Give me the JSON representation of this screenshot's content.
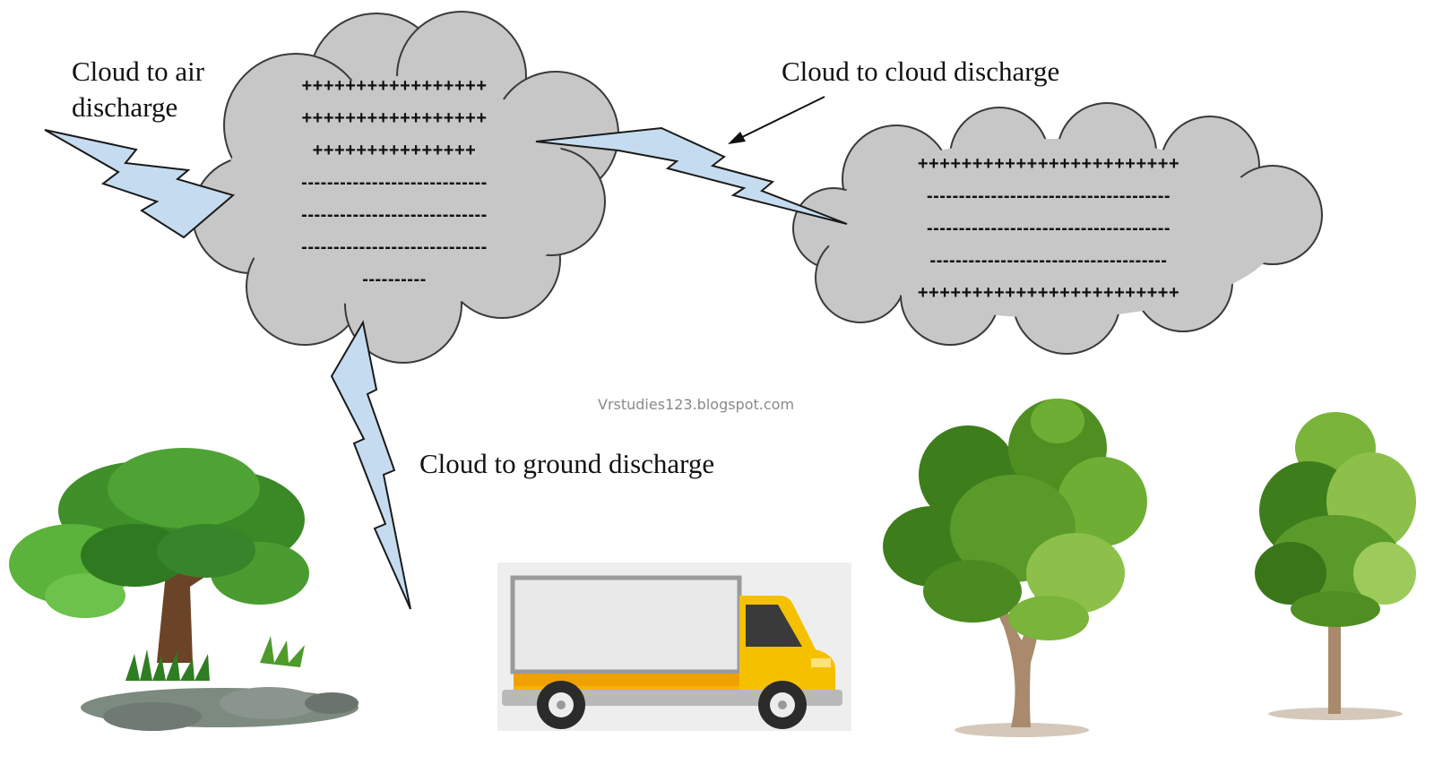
{
  "labels": {
    "cloud_to_air_line1": "Cloud to air",
    "cloud_to_air_line2": "discharge",
    "cloud_to_cloud": "Cloud to cloud discharge",
    "cloud_to_ground": "Cloud to ground discharge"
  },
  "cloud_left": {
    "rows": [
      "+++++++++++++++++",
      "+++++++++++++++++",
      "+++++++++++++++",
      "-----------------------------",
      "-----------------------------",
      "-----------------------------",
      "----------"
    ]
  },
  "cloud_right": {
    "rows": [
      "++++++++++++++++++++++++",
      "--------------------------------------",
      "--------------------------------------",
      "-------------------------------------",
      "++++++++++++++++++++++++"
    ]
  },
  "watermark": "Vrstudies123.blogspot.com",
  "colors": {
    "cloud_fill": "#c7c7c7",
    "cloud_stroke": "#3a3a3a",
    "lightning_fill": "#c5dcf0",
    "lightning_stroke": "#1a1a1a",
    "truck_body": "#f5b400",
    "truck_cargo": "#e6e6e6",
    "tree_green": "#4e9a2a"
  },
  "icons": [
    "lightning-bolt-icon",
    "arrow-icon",
    "tree-icon",
    "truck-icon",
    "rock-icon"
  ]
}
